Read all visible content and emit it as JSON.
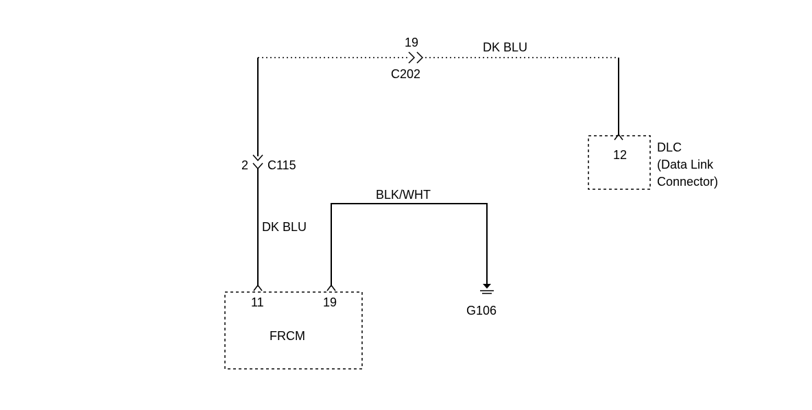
{
  "connector_c202": {
    "pin": "19",
    "name": "C202"
  },
  "wire_top": {
    "color_label": "DK BLU"
  },
  "connector_c115": {
    "pin": "2",
    "name": "C115"
  },
  "wire_left": {
    "color_label": "DK BLU"
  },
  "wire_ground": {
    "color_label": "BLK/WHT"
  },
  "frcm": {
    "name": "FRCM",
    "pins": [
      "11",
      "19"
    ]
  },
  "ground": {
    "name": "G106"
  },
  "dlc": {
    "pin": "12",
    "name": "DLC",
    "description_line1": "(Data Link",
    "description_line2": "Connector)"
  }
}
